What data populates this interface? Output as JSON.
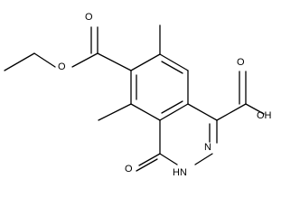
{
  "molecule": {
    "atoms": {
      "carboxyl_oh": "OH",
      "carboxyl_o": "O",
      "ester_o_single": "O",
      "ester_o_double": "O",
      "lactam_o": "O",
      "ring_nh": "HN",
      "ring_n": "N"
    },
    "colors": {
      "bond": "#000000",
      "label": "#000000",
      "background": "#ffffff"
    }
  }
}
